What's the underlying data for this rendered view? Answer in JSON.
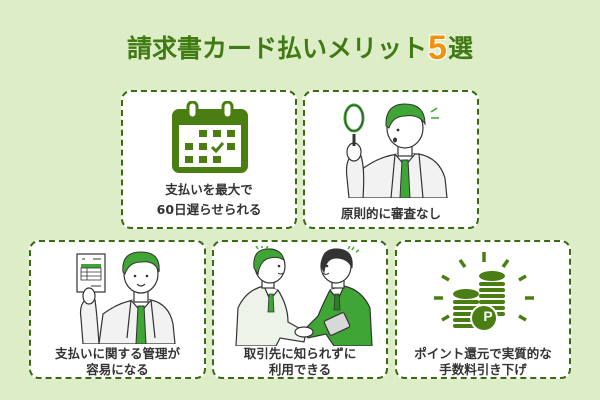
{
  "title": {
    "prefix": "請求書カード払いメリット",
    "number": "5",
    "suffix": "選"
  },
  "colors": {
    "background": "#dcedc8",
    "title_green": "#3f7a12",
    "accent_orange": "#f0920b",
    "icon_green": "#4a7d12",
    "illustration_green": "#3fa535",
    "card_border": "#3a6a12",
    "label_text": "#333333"
  },
  "cards": [
    {
      "icon": "calendar-check-icon",
      "line1": "支払いを最大で",
      "line2": "60日遅らせられる"
    },
    {
      "icon": "person-magnifying-glass-illustration",
      "line1": "原則的に審査なし",
      "line2": ""
    },
    {
      "icon": "person-holding-invoice-illustration",
      "line1": "支払いに関する管理が",
      "line2": "容易になる"
    },
    {
      "icon": "handshake-illustration",
      "line1": "取引先に知られずに",
      "line2": "利用できる"
    },
    {
      "icon": "point-coins-icon",
      "line1": "ポイント還元で実質的な",
      "line2": "手数料引き下げ"
    }
  ],
  "coin_badge": "P"
}
